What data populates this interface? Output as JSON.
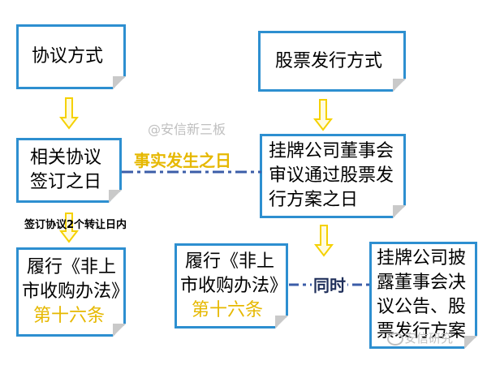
{
  "boxes": {
    "agreement_method": "协议方式",
    "stock_issue_method": "股票发行方式",
    "signing_date": [
      "相关协议",
      "签订之日"
    ],
    "board_approval": [
      "挂牌公司董事会",
      "审议通过股票发",
      "行方案之日"
    ],
    "fulfill_left": [
      "履行《非上",
      "市收购办法》",
      "第十六条"
    ],
    "fulfill_right": [
      "履行《非上",
      "市收购办法》",
      "第十六条"
    ],
    "disclose": [
      "挂牌公司披",
      "露董事会决",
      "议公告、股",
      "票发行方案"
    ]
  },
  "labels": {
    "fact_date": "事实发生之日",
    "within_days": "签订协议2个转让日内",
    "simultaneous": "同时"
  },
  "watermarks": {
    "center": "@安信新三板",
    "corner": "安信研究"
  },
  "colors": {
    "box_border": "#2d8fd0",
    "arrow": "#f5d100",
    "gold_text": "#e6b800",
    "dash": "#3b5da8"
  }
}
